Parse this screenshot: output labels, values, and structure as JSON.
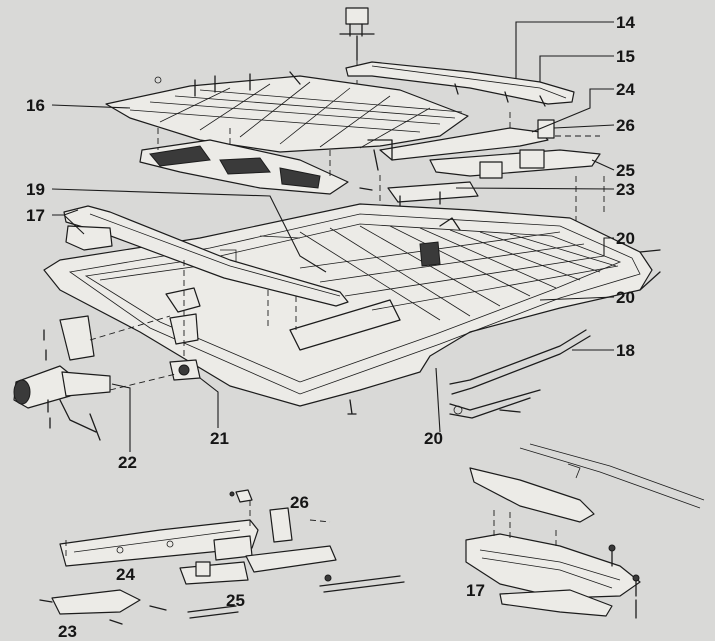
{
  "colors": {
    "background": "#d9d9d7",
    "ink": "#1c1c1c",
    "part_fill": "#ecebe7"
  },
  "callouts": [
    {
      "id": "14",
      "text": "14"
    },
    {
      "id": "15",
      "text": "15"
    },
    {
      "id": "24a",
      "text": "24"
    },
    {
      "id": "16",
      "text": "16"
    },
    {
      "id": "26a",
      "text": "26"
    },
    {
      "id": "25a",
      "text": "25"
    },
    {
      "id": "23a",
      "text": "23"
    },
    {
      "id": "19",
      "text": "19"
    },
    {
      "id": "17a",
      "text": "17"
    },
    {
      "id": "20a",
      "text": "20"
    },
    {
      "id": "20b",
      "text": "20"
    },
    {
      "id": "18",
      "text": "18"
    },
    {
      "id": "21",
      "text": "21"
    },
    {
      "id": "22",
      "text": "22"
    },
    {
      "id": "20c",
      "text": "20"
    },
    {
      "id": "26b",
      "text": "26"
    },
    {
      "id": "24b",
      "text": "24"
    },
    {
      "id": "25b",
      "text": "25"
    },
    {
      "id": "17b",
      "text": "17"
    },
    {
      "id": "23b",
      "text": "23"
    }
  ]
}
